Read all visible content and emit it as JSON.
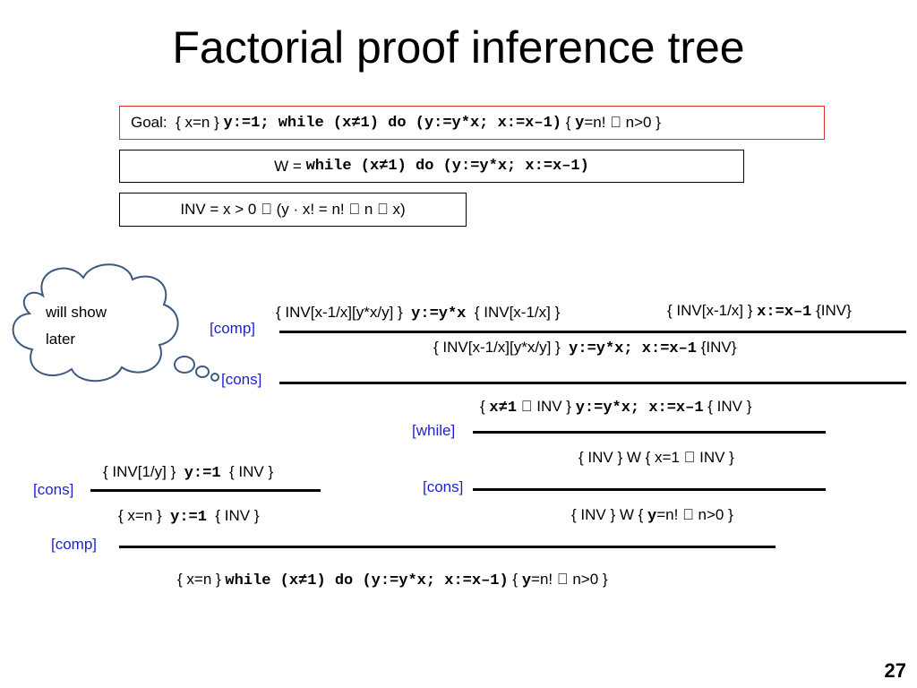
{
  "slide": {
    "title": "Factorial proof inference tree",
    "page_number": "27"
  },
  "goal": {
    "prefix": "Goal:",
    "pre": "{ x=n }",
    "code": "y:=1; while (x≠1) do (y:=y*x; x:=x–1)",
    "post_open": "{",
    "post_y": "y",
    "post_rest": "=n!  n>0 }"
  },
  "w_def": {
    "prefix": "W =",
    "code": "while (x≠1) do (y:=y*x; x:=x–1)"
  },
  "inv_def": {
    "text": "INV = x > 0  (y · x! = n!  n  x)"
  },
  "thought": {
    "text_line1": "will show",
    "text_line2": "later"
  },
  "rules": {
    "comp1": "[comp]",
    "cons1": "[cons]",
    "while": "[while]",
    "cons_left": "[cons]",
    "cons_right": "[cons]",
    "comp_bottom": "[comp]"
  },
  "tree": {
    "a1_pre": "{ INV[x-1/x][y*x/y] }",
    "a1_code": "y:=y*x",
    "a1_post": "{ INV[x-1/x] }",
    "a2_pre": "{ INV[x-1/x] }",
    "a2_code": "x:=x–1",
    "a2_post": "{INV}",
    "b_pre": "{ INV[x-1/x][y*x/y] }",
    "b_code": "y:=y*x; x:=x–1",
    "b_post": "{INV}",
    "c_pre_open": "{",
    "c_pre_code": "x≠1",
    "c_pre_rest": " INV }",
    "c_code": "y:=y*x; x:=x–1",
    "c_post": "{ INV }",
    "d_text": "{ INV } W { x=1  INV }",
    "e_pre": "{ INV[1/y] }",
    "e_code": "y:=1",
    "e_post": "{ INV }",
    "f_pre": "{ x=n }",
    "f_code": "y:=1",
    "f_post": "{ INV }",
    "g_pre": "{ INV } W {",
    "g_y": "y",
    "g_rest": "=n!  n>0 }",
    "h_pre": "{ x=n }",
    "h_code": "while (x≠1) do (y:=y*x; x:=x–1)",
    "h_post_open": "{",
    "h_y": "y",
    "h_rest": "=n!  n>0 }"
  },
  "colors": {
    "goal_border": "#e03030",
    "rule_label": "#1f1fd0",
    "cloud_stroke": "#3c5a80"
  }
}
